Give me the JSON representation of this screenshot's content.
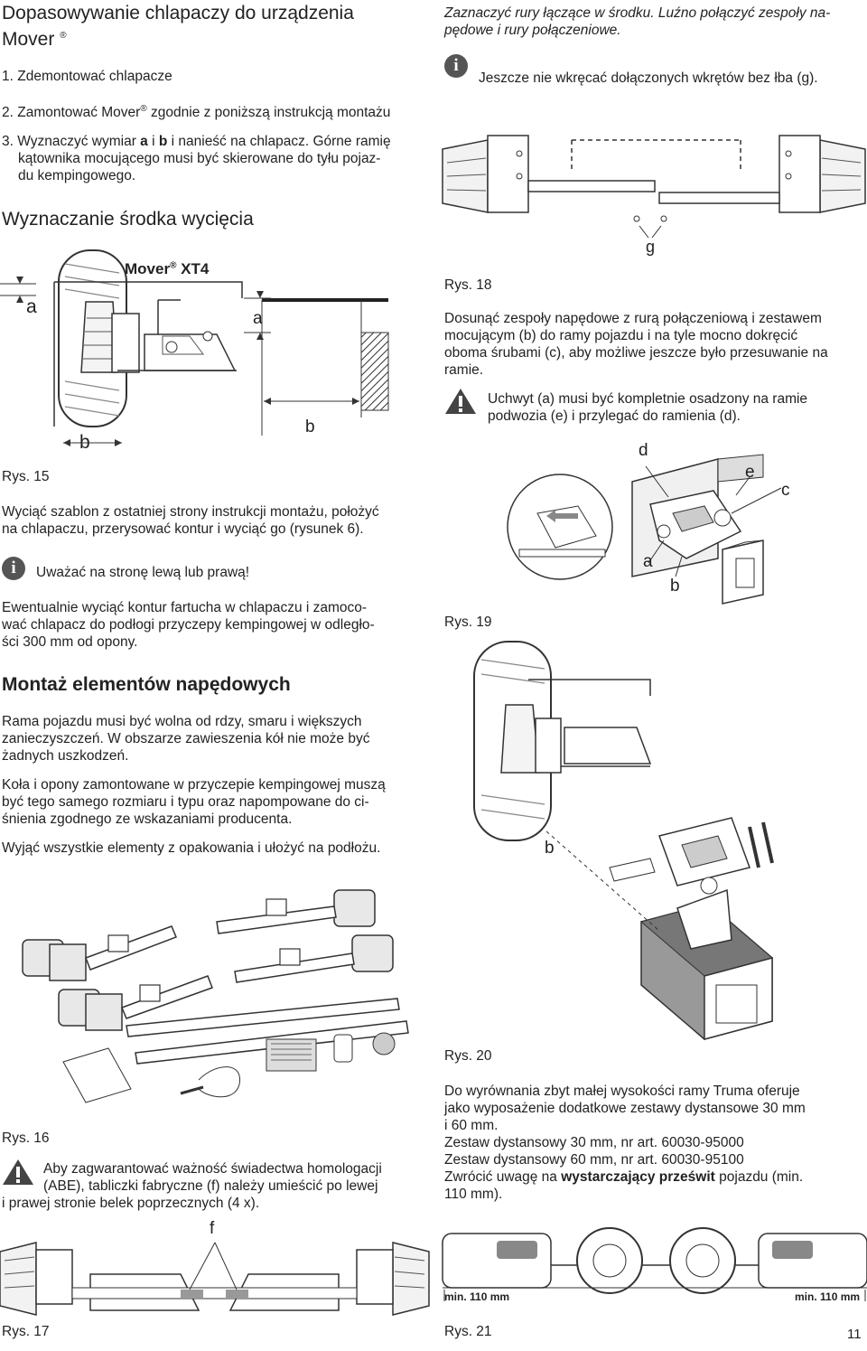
{
  "left": {
    "title": "Dopasowywanie chlapaczy do urządzenia",
    "title_line2": "Mover",
    "reg": "®",
    "step1": "1. Zdemontować chlapacze",
    "step2_a": "2. Zamontować Mover",
    "step2_b": " zgodnie z poniższą instrukcją montażu",
    "step3_l1_a": "3. Wyznaczyć wymiar ",
    "step3_l1_a_bold": "a",
    "step3_l1_i": " i ",
    "step3_l1_b_bold": "b",
    "step3_l1_rest": " i nanieść na chlapacz. Górne ramię",
    "step3_l2": "kątownika mocującego musi być skierowane do tyłu pojaz-",
    "step3_l3": "du kempingowego.",
    "section1": "Wyznaczanie środka wycięcia",
    "fig15_caption": "Rys. 15",
    "fig15_mover": "Mover",
    "fig15_xt4": " XT4",
    "label_a": "a",
    "label_b": "b",
    "p1_l1": "Wyciąć szablon z ostatniej strony instrukcji montażu, położyć",
    "p1_l2": "na chlapaczu, przerysować kontur i wyciąć go (rysunek 6).",
    "info1": "Uważać na stronę lewą lub prawą!",
    "p2_l1": "Ewentualnie wyciąć kontur fartucha w chlapaczu i zamoco-",
    "p2_l2": "wać chlapacz do podłogi przyczepy kempingowej w odległo-",
    "p2_l3": "ści 300 mm od opony.",
    "section2": "Montaż elementów napędowych",
    "p3_l1": "Rama pojazdu musi być wolna od rdzy, smaru i większych",
    "p3_l2": "zanieczyszczeń. W obszarze zawieszenia kół nie może być",
    "p3_l3": "żadnych uszkodzeń.",
    "p4_l1": "Koła i opony zamontowane w przyczepie kempingowej muszą",
    "p4_l2": "być tego samego rozmiaru i typu oraz napompowane do ci-",
    "p4_l3": "śnienia zgodnego ze wskazaniami producenta.",
    "p5": "Wyjąć wszystkie elementy z opakowania i ułożyć na podłożu.",
    "fig16_caption": "Rys. 16",
    "warn1_l1": "Aby zagwarantować ważność świadectwa homologacji",
    "warn1_l2": "(ABE), tabliczki fabryczne (f) należy umieścić po lewej",
    "warn1_l3": "i prawej stronie belek poprzecznych (4 x).",
    "fig17_label_f": "f",
    "fig17_caption": "Rys. 17"
  },
  "right": {
    "intro_l1": "Zaznaczyć rury łączące w środku. Luźno połączyć zespoły na-",
    "intro_l2": "pędowe i rury połączeniowe.",
    "info2": "Jeszcze nie wkręcać dołączonych wkrętów bez łba (g).",
    "fig18_label_g": "g",
    "fig18_caption": "Rys. 18",
    "p6_l1": "Dosunąć zespoły napędowe z rurą połączeniową i zestawem",
    "p6_l2": "mocującym (b) do ramy pojazdu i na tyle mocno dokręcić",
    "p6_l3": "oboma śrubami (c), aby możliwe jeszcze było przesuwanie na",
    "p6_l4": "ramie.",
    "warn2_l1": "Uchwyt (a) musi być kompletnie osadzony na ramie",
    "warn2_l2": "podwozia (e) i przylegać do ramienia (d).",
    "fig19_d": "d",
    "fig19_e": "e",
    "fig19_c": "c",
    "fig19_a": "a",
    "fig19_b": "b",
    "fig19_caption": "Rys. 19",
    "fig20_b": "b",
    "fig20_caption": "Rys. 20",
    "p7_l1": "Do wyrównania zbyt małej wysokości ramy Truma oferuje",
    "p7_l2": "jako wyposażenie dodatkowe zestawy dystansowe 30 mm",
    "p7_l3": "i 60 mm.",
    "p7_l4": "Zestaw dystansowy 30 mm, nr art. 60030-95000",
    "p7_l5": "Zestaw dystansowy 60 mm, nr art. 60030-95100",
    "p7_l6_a": "Zwrócić uwagę na ",
    "p7_l6_bold": "wystarczający prześwit",
    "p7_l6_c": " pojazdu (min.",
    "p7_l7": "110 mm).",
    "fig21_min_left": "min. 110 mm",
    "fig21_min_right": "min. 110 mm",
    "fig21_caption": "Rys. 21",
    "page_number": "11"
  }
}
